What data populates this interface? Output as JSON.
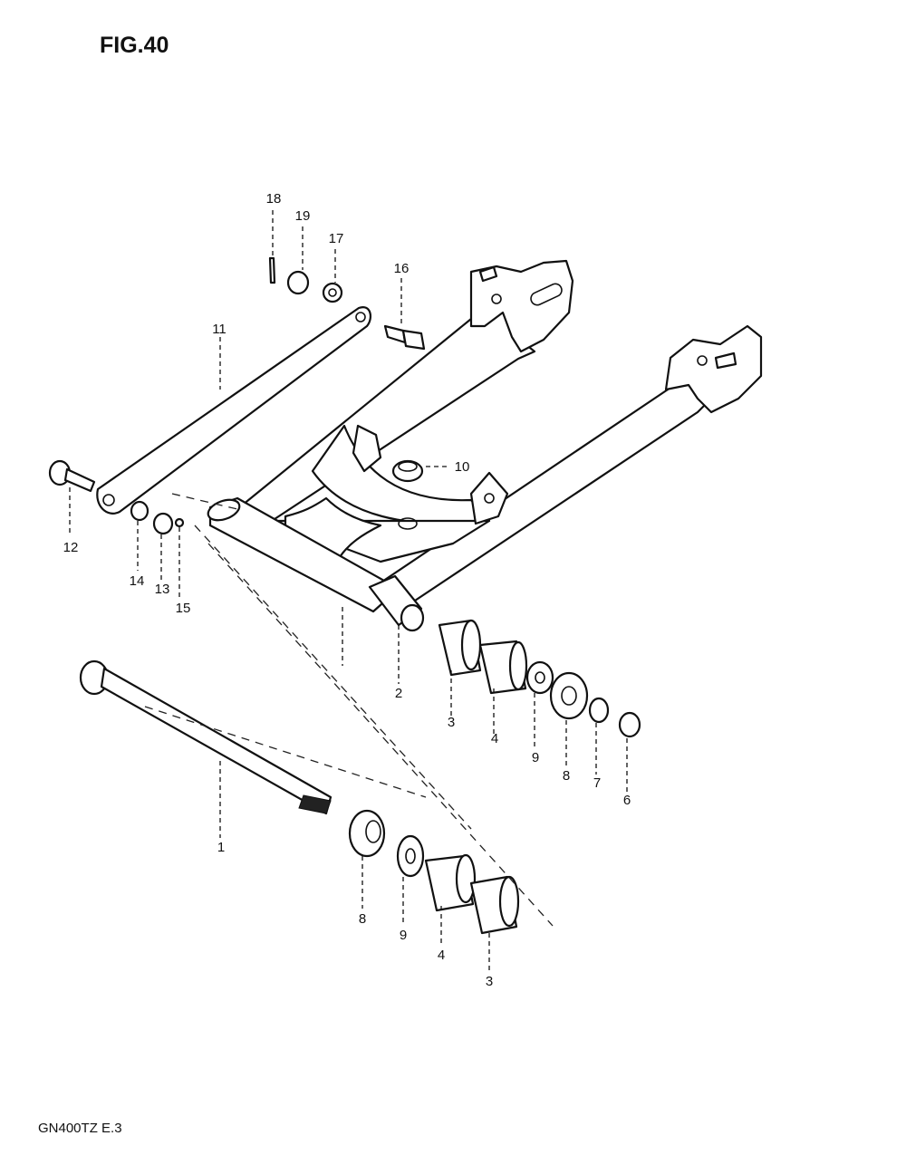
{
  "figure": {
    "title": "FIG.40",
    "footer": "GN400TZ E.3"
  },
  "parts": [
    {
      "id": "p18",
      "label": "18",
      "name": "cotter-pin"
    },
    {
      "id": "p19",
      "label": "19",
      "name": "nut"
    },
    {
      "id": "p17",
      "label": "17",
      "name": "washer"
    },
    {
      "id": "p16",
      "label": "16",
      "name": "bolt"
    },
    {
      "id": "p11",
      "label": "11",
      "name": "torque-link"
    },
    {
      "id": "p10",
      "label": "10",
      "name": "bushing"
    },
    {
      "id": "p12",
      "label": "12",
      "name": "bolt"
    },
    {
      "id": "p14",
      "label": "14",
      "name": "washer"
    },
    {
      "id": "p13",
      "label": "13",
      "name": "nut"
    },
    {
      "id": "p15",
      "label": "15",
      "name": "cotter-pin"
    },
    {
      "id": "p2a",
      "label": "2",
      "name": "swingarm-pivot"
    },
    {
      "id": "p3a",
      "label": "3",
      "name": "bushing"
    },
    {
      "id": "p4a",
      "label": "4",
      "name": "spacer"
    },
    {
      "id": "p9a",
      "label": "9",
      "name": "washer"
    },
    {
      "id": "p8a",
      "label": "8",
      "name": "dust-seal"
    },
    {
      "id": "p7",
      "label": "7",
      "name": "washer"
    },
    {
      "id": "p6",
      "label": "6",
      "name": "nut"
    },
    {
      "id": "p1",
      "label": "1",
      "name": "pivot-shaft"
    },
    {
      "id": "p8b",
      "label": "8",
      "name": "dust-seal"
    },
    {
      "id": "p9b",
      "label": "9",
      "name": "washer"
    },
    {
      "id": "p4b",
      "label": "4",
      "name": "spacer"
    },
    {
      "id": "p3b",
      "label": "3",
      "name": "bushing"
    }
  ]
}
